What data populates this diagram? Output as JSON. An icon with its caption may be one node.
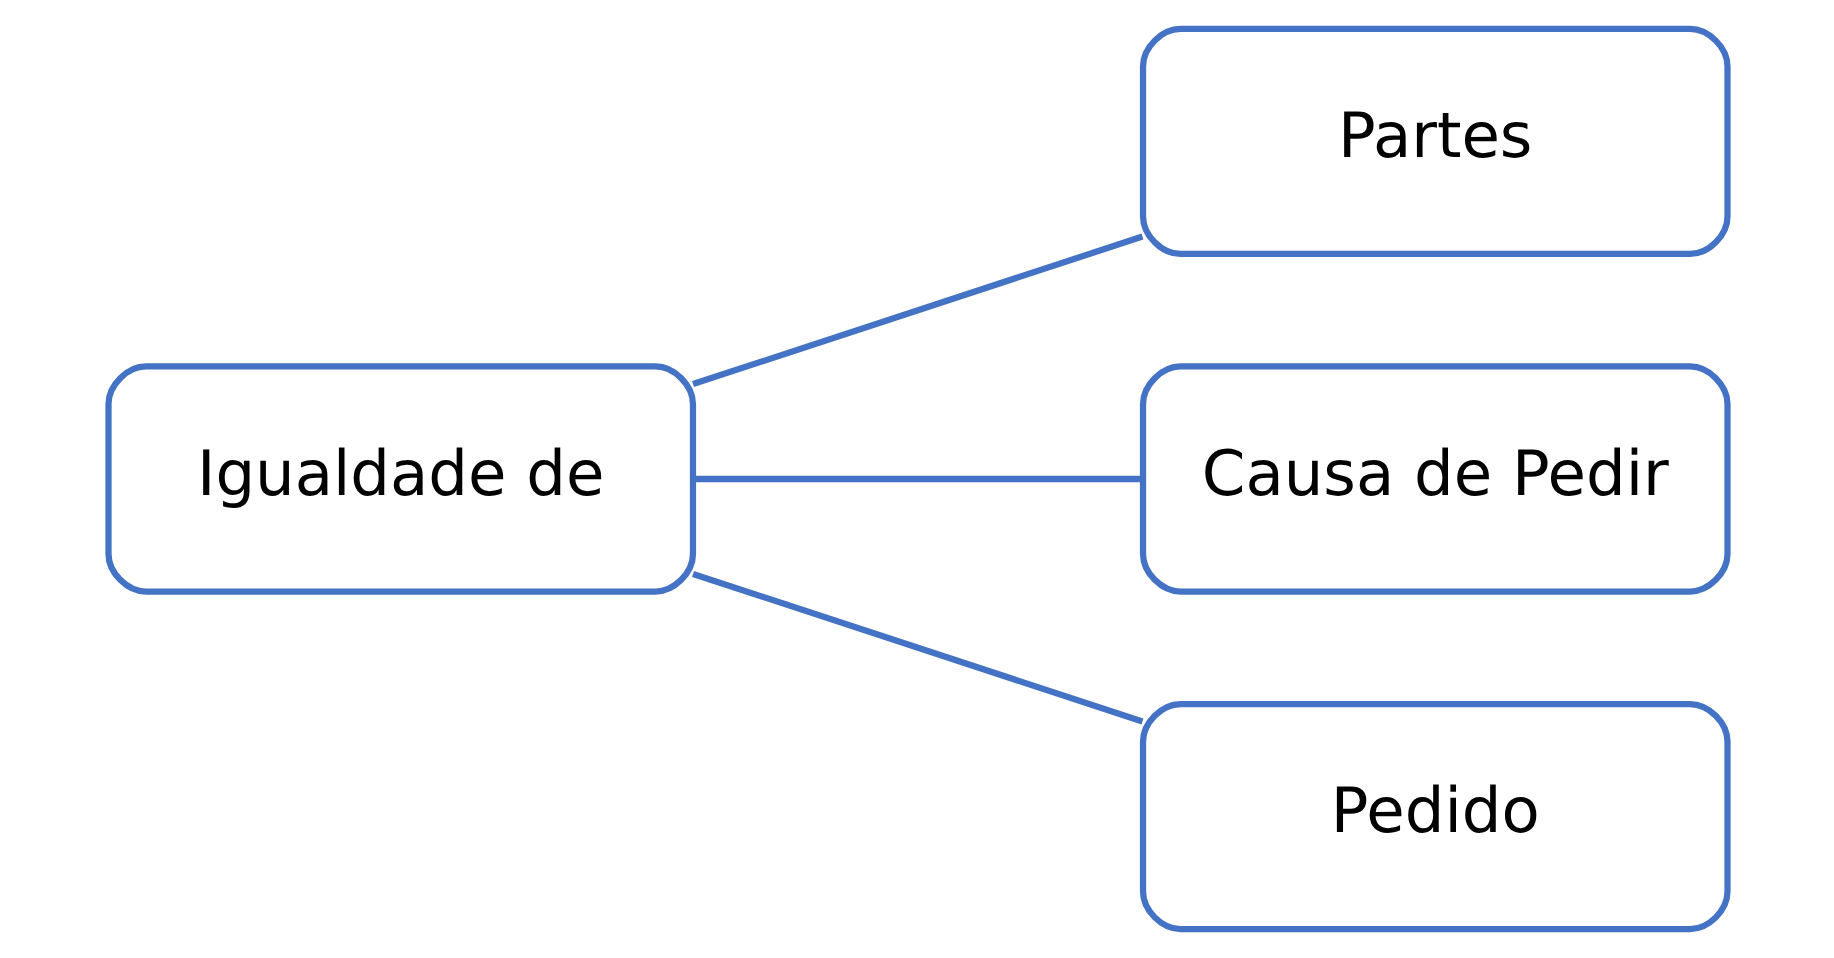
{
  "diagram": {
    "nodes": [
      {
        "text": [
          "Igualdade de"
        ]
      },
      {
        "text": [
          "Partes"
        ]
      },
      {
        "text": [
          "Causa de Pedir"
        ]
      },
      {
        "text": [
          "Pedido"
        ]
      }
    ],
    "edges": [
      {
        "from": 0,
        "to": 1,
        "arrow": "none"
      },
      {
        "from": 0,
        "to": 2,
        "arrow": "none"
      },
      {
        "from": 0,
        "to": 3,
        "arrow": "none"
      }
    ]
  }
}
